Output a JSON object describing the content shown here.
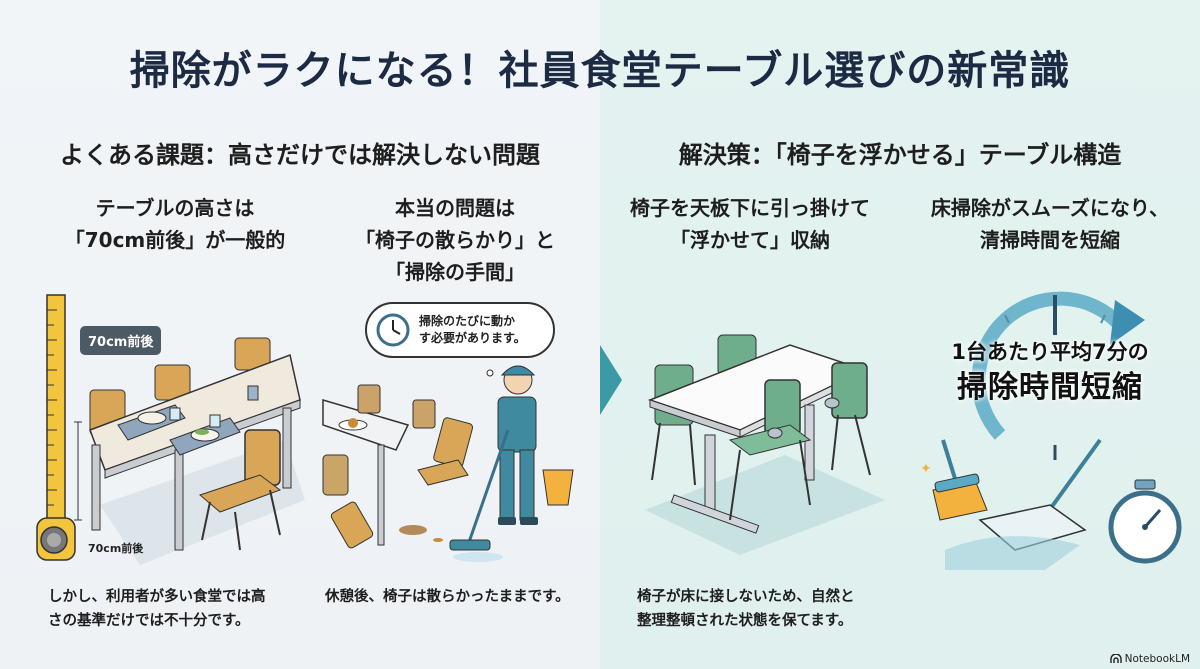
{
  "title": "掃除がラクになる！社員食堂テーブル選びの新常識",
  "left_section": {
    "heading": "よくある課題：高さだけでは解決しない問題",
    "columns": [
      {
        "heading_line1": "テーブルの高さは",
        "heading_line2": "「70cm前後」が一般的",
        "illustration": "measuring-tape-and-dining-table",
        "badge": "70cm前後",
        "tape_label": "70cm前後",
        "caption_line1": "しかし、利用者が多い食堂では高",
        "caption_line2": "さの基準だけでは不十分です。"
      },
      {
        "heading_line1": "本当の問題は",
        "heading_line2": "「椅子の散らかり」と",
        "heading_line3": "「掃除の手間」",
        "illustration": "janitor-cleaning-messy-chairs",
        "speech_line1": "掃除のたびに動か",
        "speech_line2": "す必要があります。",
        "caption_line1": "休憩後、椅子は散らかったままです。"
      }
    ]
  },
  "right_section": {
    "heading": "解決策：「椅子を浮かせる」テーブル構造",
    "columns": [
      {
        "heading_line1": "椅子を天板下に引っ掛けて",
        "heading_line2": "「浮かせて」収納",
        "illustration": "table-with-hooked-chairs",
        "caption_line1": "椅子が床に接しないため、自然と",
        "caption_line2": "整理整頓された状態を保てます。"
      },
      {
        "heading_line1": "床掃除がスムーズになり、",
        "heading_line2": "清掃時間を短縮",
        "illustration": "clock-broom-mop-stopwatch",
        "stat_line1": "1台あたり平均7分の",
        "stat_line2": "掃除時間短縮"
      }
    ]
  },
  "brand": {
    "label": "NotebookLM",
    "icon": "notebooklm-logo-icon"
  },
  "colors": {
    "title": "#1c2a44",
    "accent_teal": "#3c9aa6",
    "chair_wood": "#d9a556",
    "chair_green": "#6fae8c",
    "left_bg": "#f1f5f8",
    "right_bg": "#e2f2ef"
  }
}
